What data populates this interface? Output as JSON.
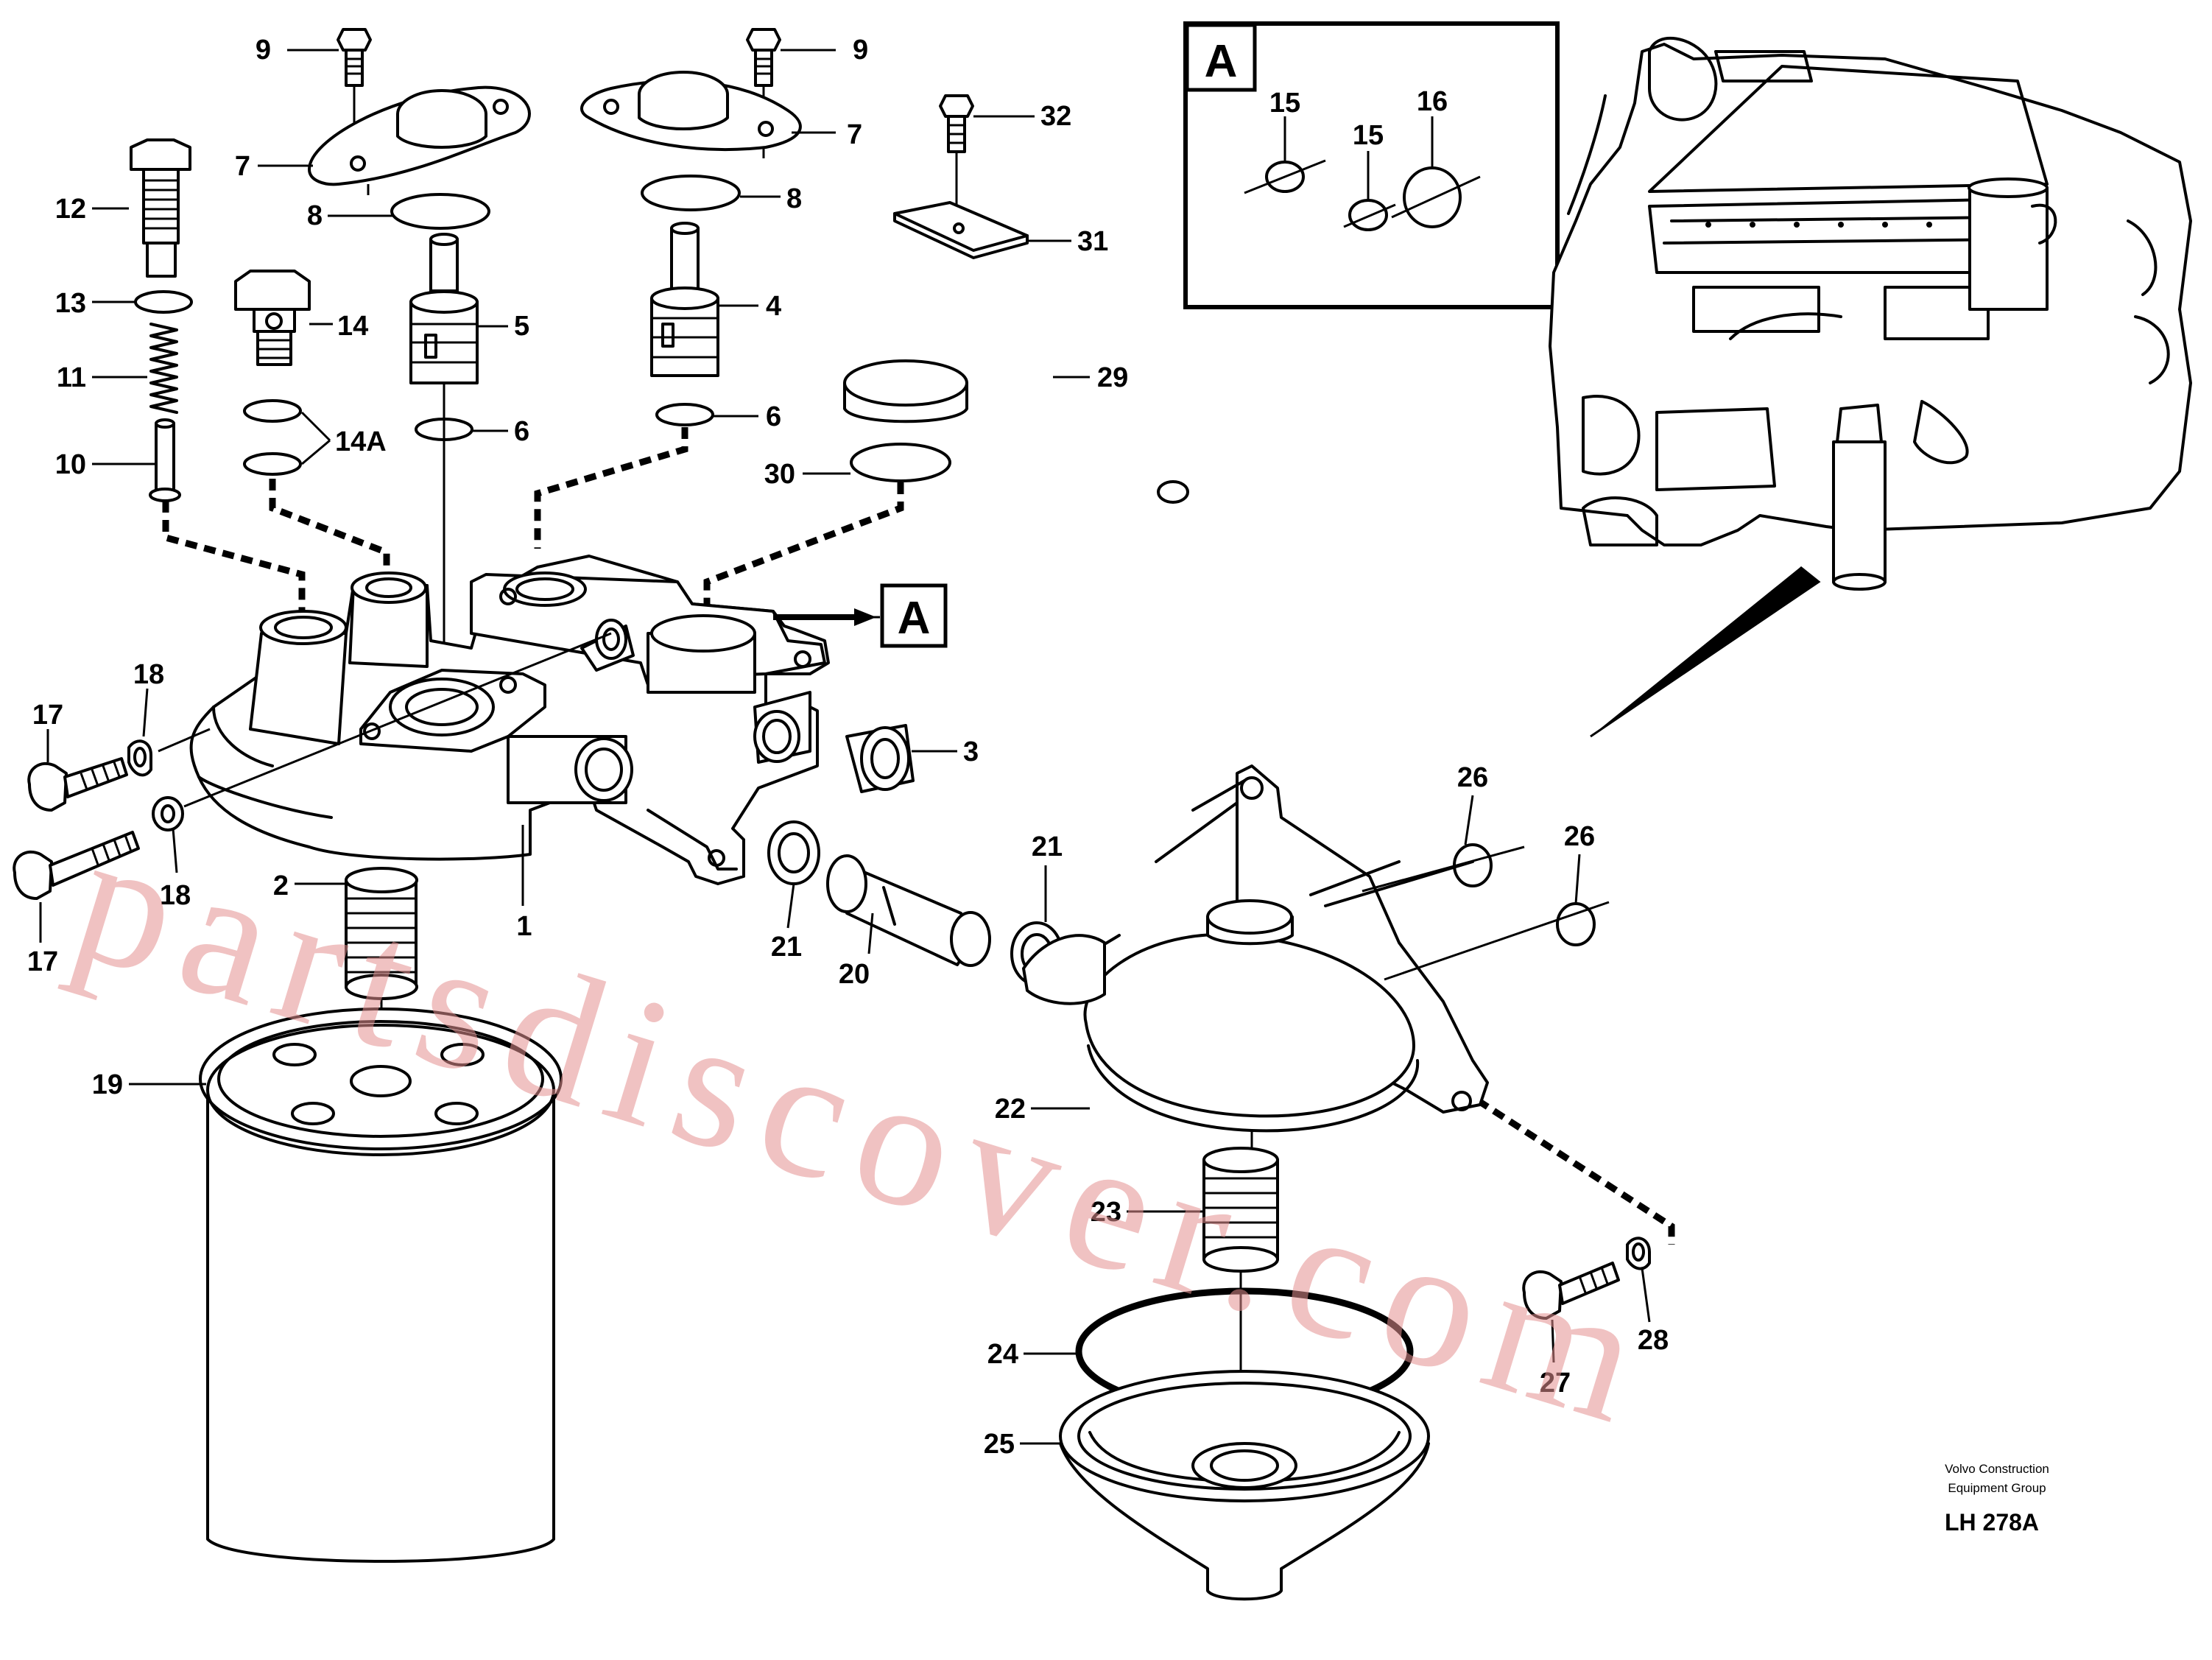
{
  "detail": {
    "label": "A",
    "ref_label": "A"
  },
  "callouts": [
    {
      "id": "c9a",
      "text": "9"
    },
    {
      "id": "c9b",
      "text": "9"
    },
    {
      "id": "c7a",
      "text": "7"
    },
    {
      "id": "c7b",
      "text": "7"
    },
    {
      "id": "c8a",
      "text": "8"
    },
    {
      "id": "c8b",
      "text": "8"
    },
    {
      "id": "c12",
      "text": "12"
    },
    {
      "id": "c13",
      "text": "13"
    },
    {
      "id": "c14",
      "text": "14"
    },
    {
      "id": "c14a",
      "text": "14A"
    },
    {
      "id": "c11",
      "text": "11"
    },
    {
      "id": "c10",
      "text": "10"
    },
    {
      "id": "c5",
      "text": "5"
    },
    {
      "id": "c4",
      "text": "4"
    },
    {
      "id": "c6a",
      "text": "6"
    },
    {
      "id": "c6b",
      "text": "6"
    },
    {
      "id": "c32",
      "text": "32"
    },
    {
      "id": "c31",
      "text": "31"
    },
    {
      "id": "c29",
      "text": "29"
    },
    {
      "id": "c30",
      "text": "30"
    },
    {
      "id": "c15a",
      "text": "15"
    },
    {
      "id": "c15b",
      "text": "15"
    },
    {
      "id": "c16",
      "text": "16"
    },
    {
      "id": "c17a",
      "text": "17"
    },
    {
      "id": "c17b",
      "text": "17"
    },
    {
      "id": "c18a",
      "text": "18"
    },
    {
      "id": "c18b",
      "text": "18"
    },
    {
      "id": "c1",
      "text": "1"
    },
    {
      "id": "c2",
      "text": "2"
    },
    {
      "id": "c3",
      "text": "3"
    },
    {
      "id": "c21a",
      "text": "21"
    },
    {
      "id": "c21b",
      "text": "21"
    },
    {
      "id": "c20",
      "text": "20"
    },
    {
      "id": "c26a",
      "text": "26"
    },
    {
      "id": "c26b",
      "text": "26"
    },
    {
      "id": "c19",
      "text": "19"
    },
    {
      "id": "c22",
      "text": "22"
    },
    {
      "id": "c23",
      "text": "23"
    },
    {
      "id": "c24",
      "text": "24"
    },
    {
      "id": "c25",
      "text": "25"
    },
    {
      "id": "c27",
      "text": "27"
    },
    {
      "id": "c28",
      "text": "28"
    }
  ],
  "footer": {
    "company_line1": "Volvo Construction",
    "company_line2": "Equipment Group",
    "drawing_code": "LH 278A"
  },
  "watermark": "partsdiscover.com"
}
